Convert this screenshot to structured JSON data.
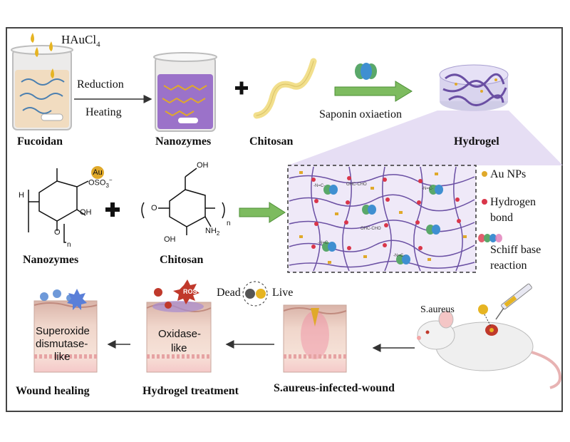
{
  "top_row": {
    "precursor": "HAuCl",
    "precursor_sub": "4",
    "step1_line1": "Reduction",
    "step1_line2": "Heating",
    "fucoidan": "Fucoidan",
    "nanozymes": "Nanozymes",
    "chitosan": "Chitosan",
    "step2": "Saponin oxiaetion",
    "hydrogel": "Hydrogel"
  },
  "middle_row": {
    "nanozymes_label": "Nanozymes",
    "chitosan_label": "Chitosan",
    "au_badge": "Au",
    "oso3": "OSO",
    "sub_3": "3",
    "minus": "−",
    "h": "H",
    "oh": "OH",
    "o": "O",
    "n": "n",
    "nh2": "NH",
    "sub_2": "2",
    "schiff_1": "-N=C-",
    "schiff_2": "OHC-CHO"
  },
  "legend": {
    "au_nps": "Au NPs",
    "hbond_line1": "Hydrogen",
    "hbond_line2": "bond",
    "schiff_line1": "Schiff base",
    "schiff_line2": "reaction"
  },
  "bottom_row": {
    "dead": "Dead",
    "live": "Live",
    "ros": "ROS",
    "sod_line1": "Superoxide",
    "sod_line2": "dismutase-",
    "sod_line3": "like",
    "oxidase_line1": "Oxidase-",
    "oxidase_line2": "like",
    "saureus": "S.aureus",
    "wound_healing": "Wound healing",
    "hydrogel_treatment": "Hydrogel treatment",
    "infected": "S.aureus-infected-wound"
  },
  "colors": {
    "frame": "#444444",
    "arrow_green": "#7dbb5f",
    "purple_liquid": "#9b72c9",
    "network_purple": "#6a4fa3",
    "gold": "#e0a92a",
    "hbond_red": "#d9364a",
    "skin_pink": "#e9c7c0",
    "skin_layer": "#f3d9cf"
  }
}
